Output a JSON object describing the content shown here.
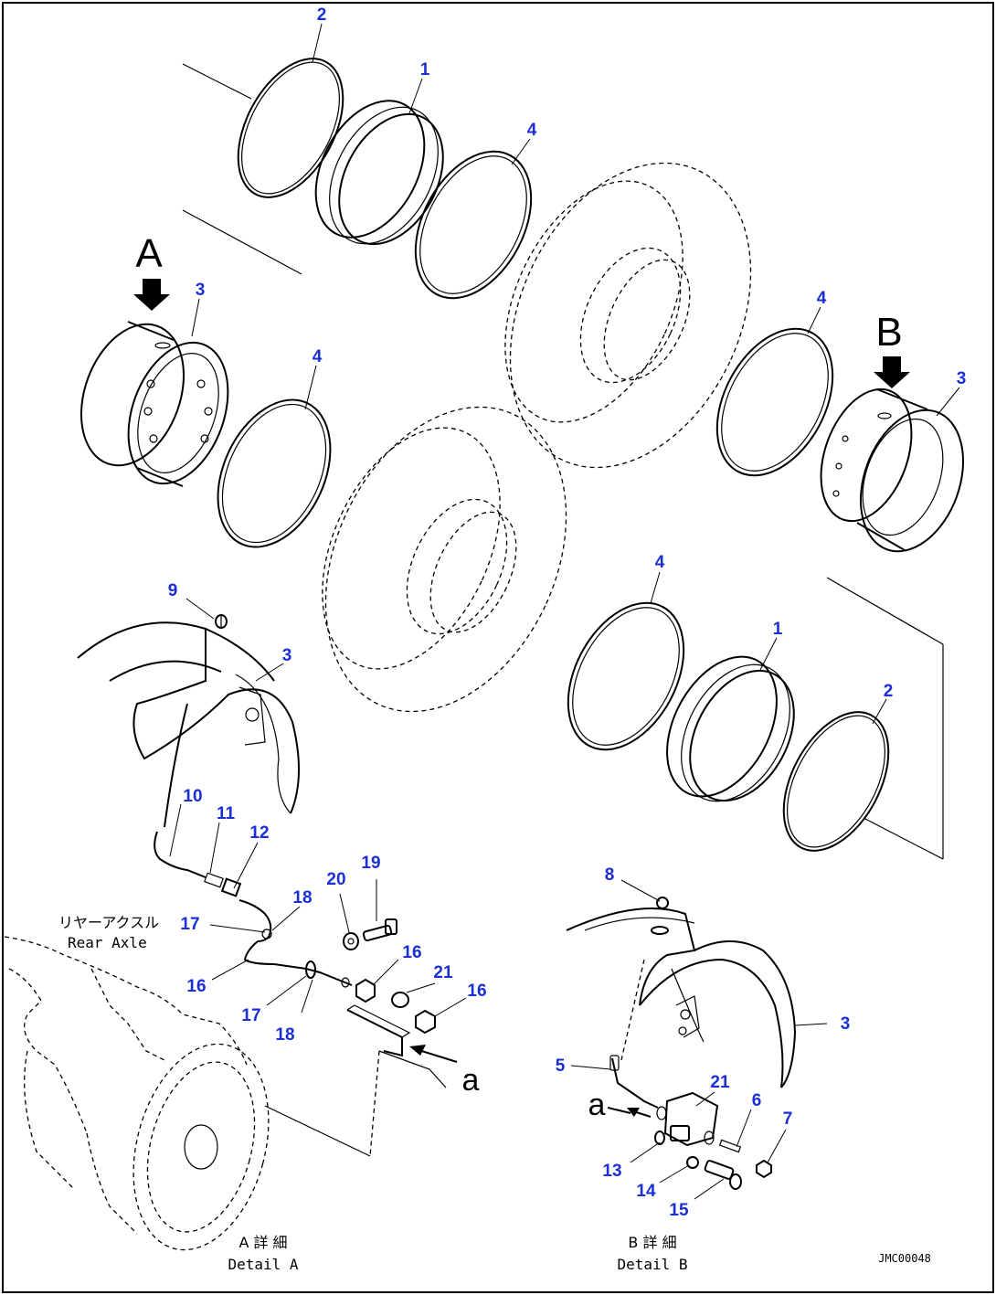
{
  "callouts": [
    {
      "id": "c-2-top",
      "text": "2"
    },
    {
      "id": "c-1-top",
      "text": "1"
    },
    {
      "id": "c-4-top",
      "text": "4"
    },
    {
      "id": "c-3-left",
      "text": "3"
    },
    {
      "id": "c-4-left",
      "text": "4"
    },
    {
      "id": "c-4-right",
      "text": "4"
    },
    {
      "id": "c-3-right",
      "text": "3"
    },
    {
      "id": "c-4-low",
      "text": "4"
    },
    {
      "id": "c-1-low",
      "text": "1"
    },
    {
      "id": "c-2-low",
      "text": "2"
    },
    {
      "id": "c-9",
      "text": "9"
    },
    {
      "id": "c-3-detA",
      "text": "3"
    },
    {
      "id": "c-10",
      "text": "10"
    },
    {
      "id": "c-11",
      "text": "11"
    },
    {
      "id": "c-12",
      "text": "12"
    },
    {
      "id": "c-17a",
      "text": "17"
    },
    {
      "id": "c-18a",
      "text": "18"
    },
    {
      "id": "c-20",
      "text": "20"
    },
    {
      "id": "c-19",
      "text": "19"
    },
    {
      "id": "c-16a",
      "text": "16"
    },
    {
      "id": "c-16b",
      "text": "16"
    },
    {
      "id": "c-21a",
      "text": "21"
    },
    {
      "id": "c-16c",
      "text": "16"
    },
    {
      "id": "c-17b",
      "text": "17"
    },
    {
      "id": "c-18b",
      "text": "18"
    },
    {
      "id": "c-8",
      "text": "8"
    },
    {
      "id": "c-3-detB",
      "text": "3"
    },
    {
      "id": "c-5",
      "text": "5"
    },
    {
      "id": "c-21b",
      "text": "21"
    },
    {
      "id": "c-6",
      "text": "6"
    },
    {
      "id": "c-7",
      "text": "7"
    },
    {
      "id": "c-13",
      "text": "13"
    },
    {
      "id": "c-14",
      "text": "14"
    },
    {
      "id": "c-15",
      "text": "15"
    }
  ],
  "view_labels": {
    "a_arrow": "A",
    "b_arrow": "B",
    "a_conn_1": "a",
    "a_conn_2": "a"
  },
  "rear_axle": {
    "jp": "リヤーアクスル",
    "en": "Rear Axle"
  },
  "detail_a": {
    "jp": "A 詳 細",
    "en": "Detail A"
  },
  "detail_b": {
    "jp": "B 詳 細",
    "en": "Detail B"
  },
  "drawing_code": "JMC00048"
}
